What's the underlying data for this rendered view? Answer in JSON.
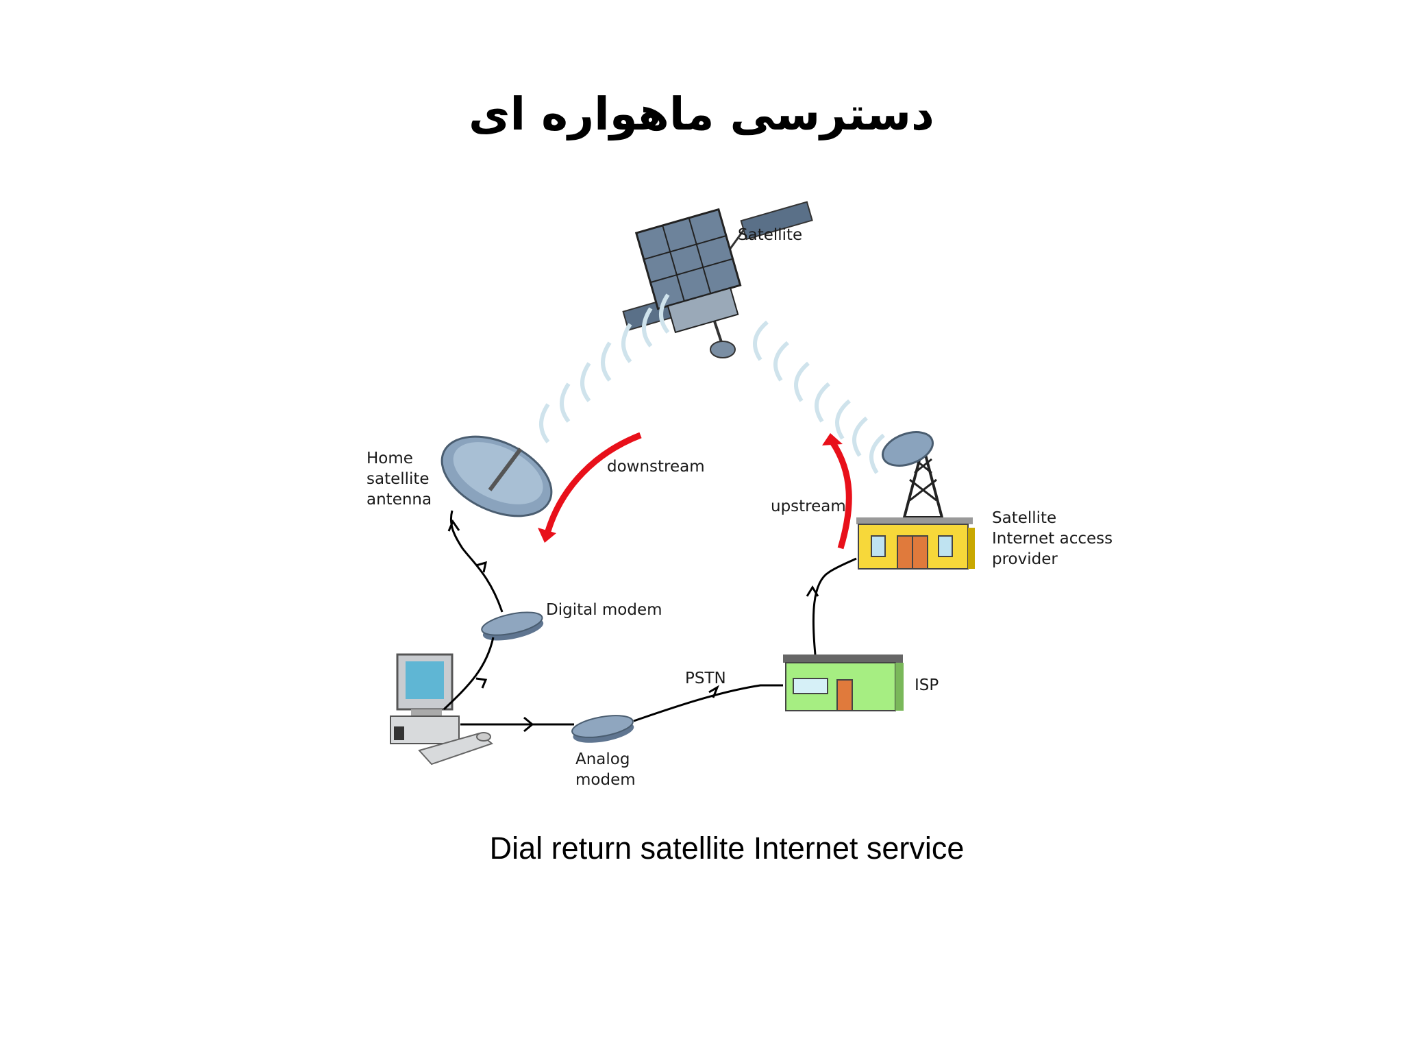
{
  "title": "دسترسی ماهواره ای",
  "caption": "Dial return satellite Internet service",
  "labels": {
    "satellite": "Satellite",
    "home_antenna": [
      "Home",
      "satellite",
      "antenna"
    ],
    "downstream": "downstream",
    "upstream": "upstream",
    "provider": [
      "Satellite",
      "Internet access",
      "provider"
    ],
    "digital_modem": "Digital modem",
    "analog_modem": [
      "Analog",
      "modem"
    ],
    "pstn": "PSTN",
    "isp": "ISP"
  },
  "colors": {
    "arrow_red": "#e8101a",
    "provider_building": "#f7d83a",
    "isp_building": "#a6ee82",
    "signal_waves": "#cfe3ec"
  }
}
